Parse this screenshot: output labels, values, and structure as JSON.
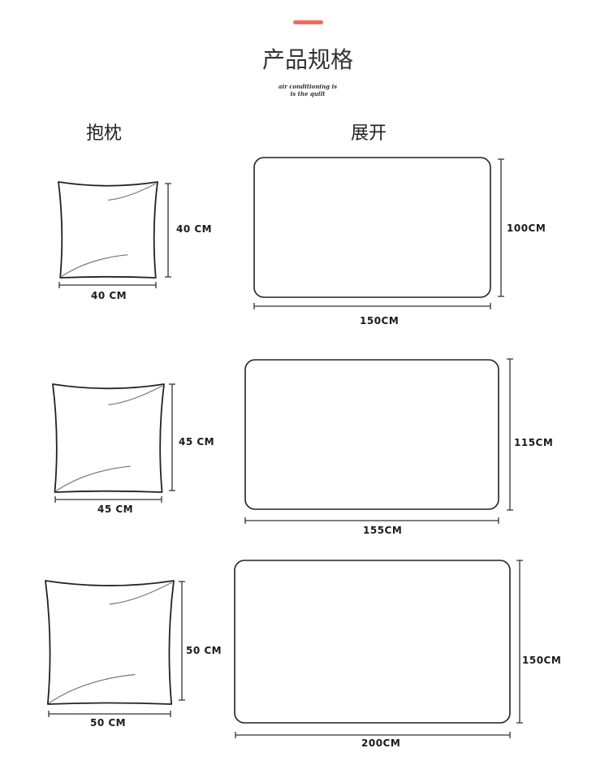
{
  "title": "产品规格",
  "subtitle": [
    "air conditioning is",
    "is the quilt"
  ],
  "headings": {
    "pillow": "抱枕",
    "unfolded": "展开"
  },
  "accent_color": "#f06a5c",
  "rows": [
    {
      "pillow_width": "40 CM",
      "pillow_height": "40 CM",
      "blanket_width": "150CM",
      "blanket_height": "100CM"
    },
    {
      "pillow_width": "45 CM",
      "pillow_height": "45 CM",
      "blanket_width": "155CM",
      "blanket_height": "115CM"
    },
    {
      "pillow_width": "50 CM",
      "pillow_height": "50 CM",
      "blanket_width": "200CM",
      "blanket_height": "150CM"
    }
  ]
}
